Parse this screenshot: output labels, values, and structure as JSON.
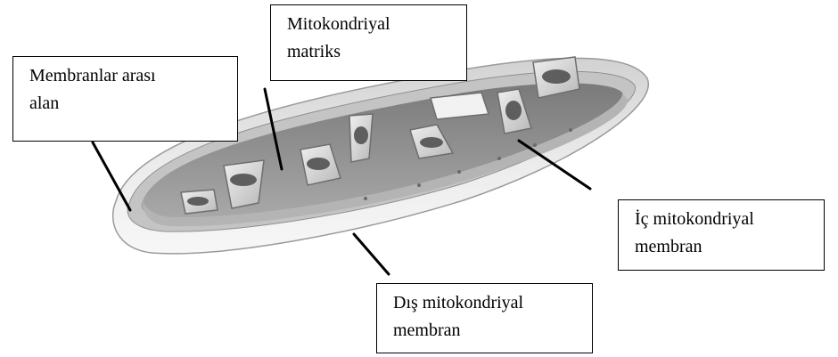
{
  "labels": {
    "intermembrane_space": {
      "line1": "Membranlar arası",
      "line2": "alan"
    },
    "matrix": {
      "line1": "Mitokondriyal",
      "line2": "matriks"
    },
    "inner_membrane": {
      "line1": "İç mitokondriyal",
      "line2": "membran"
    },
    "outer_membrane": {
      "line1": "Dış mitokondriyal",
      "line2": "membran"
    }
  },
  "colors": {
    "outer_membrane": "#e6e6e6",
    "inner_wall": "#a6a6a6",
    "matrix_floor": "#8c8c8c",
    "cristae": "#d8d8d8",
    "leader_line": "#000000"
  }
}
